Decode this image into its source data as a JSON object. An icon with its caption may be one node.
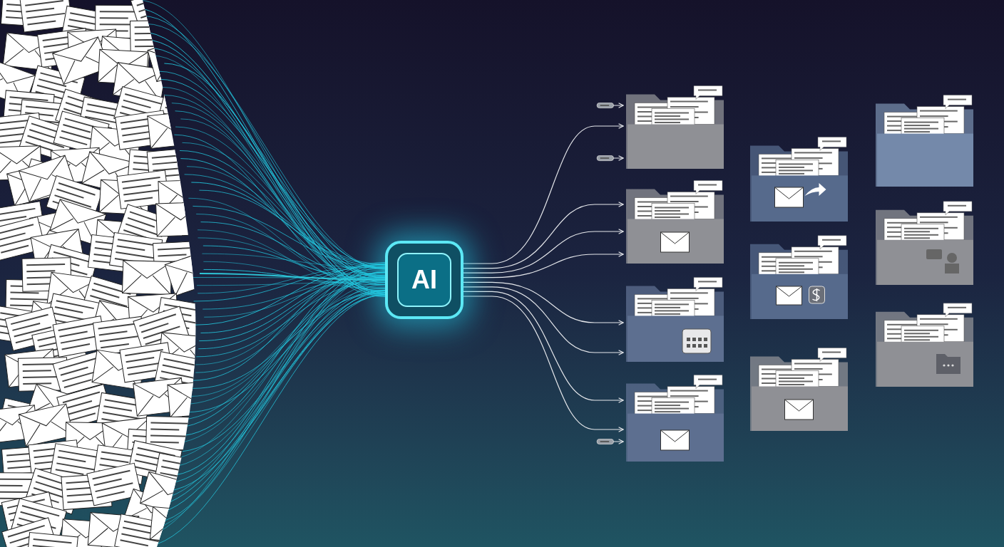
{
  "diagram": {
    "nodes": [
      {
        "text": [
          "AI"
        ]
      },
      {
        "text": [],
        "shape": "picture"
      },
      {
        "text": [],
        "shape": "picture"
      },
      {
        "text": [],
        "shape": "picture"
      },
      {
        "text": [],
        "shape": "picture"
      },
      {
        "text": [],
        "shape": "picture"
      },
      {
        "text": [],
        "shape": "picture"
      },
      {
        "text": [],
        "shape": "picture"
      },
      {
        "text": [],
        "shape": "picture"
      },
      {
        "text": [],
        "shape": "picture"
      },
      {
        "text": [],
        "shape": "picture"
      },
      {
        "text": [],
        "shape": "picture"
      }
    ],
    "edges": [
      {
        "from": 1,
        "to": 0,
        "arrow": "none",
        "color": "#2ec4d6"
      },
      {
        "from": 0,
        "to": 2,
        "arrow": "to"
      },
      {
        "from": 0,
        "to": 3,
        "arrow": "to"
      },
      {
        "from": 0,
        "to": 3,
        "arrow": "to"
      },
      {
        "from": 0,
        "to": 3,
        "arrow": "to"
      },
      {
        "from": 0,
        "to": 4,
        "arrow": "to"
      },
      {
        "from": 0,
        "to": 4,
        "arrow": "to"
      },
      {
        "from": 0,
        "to": 5,
        "arrow": "to"
      },
      {
        "from": 0,
        "to": 5,
        "arrow": "to"
      },
      {
        "from": null,
        "to": 2,
        "arrow": "to"
      },
      {
        "from": null,
        "to": 2,
        "arrow": "to"
      },
      {
        "from": null,
        "to": 5,
        "arrow": "to"
      }
    ]
  }
}
